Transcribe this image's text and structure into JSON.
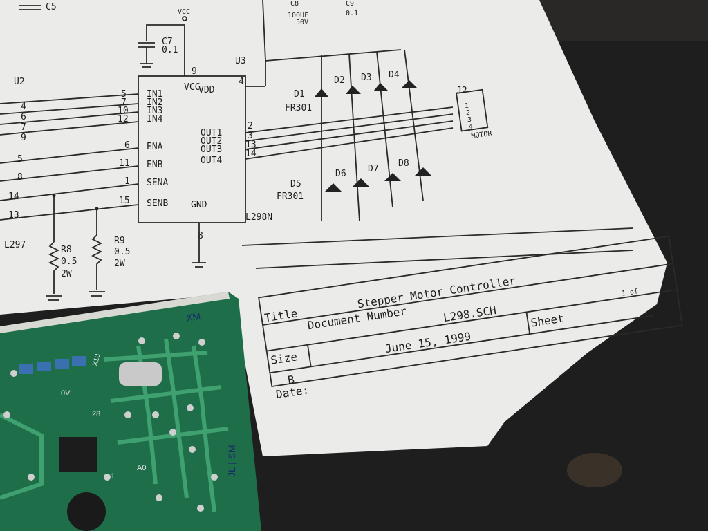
{
  "schematic": {
    "c5": "C5",
    "vcc_label": "VCC",
    "c7": {
      "name": "C7",
      "value": "0.1"
    },
    "c8": {
      "name": "C8",
      "value": "100UF",
      "voltage": "50V"
    },
    "c9": {
      "name": "C9",
      "value": "0.1"
    },
    "u2": "U2",
    "u3": "U3",
    "l297": "L297",
    "l298n": "L298N",
    "pins_in": [
      "IN1",
      "IN2",
      "IN3",
      "IN4"
    ],
    "pins_out": [
      "OUT1",
      "OUT2",
      "OUT3",
      "OUT4"
    ],
    "vcc_pin": "VCC",
    "vdd_pin": "VDD",
    "ena": "ENA",
    "enb": "ENB",
    "sena": "SENA",
    "senb": "SENB",
    "gnd": "GND",
    "pin_numbers_left": [
      "5",
      "7",
      "10",
      "12",
      "6",
      "11",
      "1",
      "15"
    ],
    "pin_numbers_out": [
      "2",
      "3",
      "13",
      "14"
    ],
    "pin_vcc": "9",
    "pin_vdd": "4",
    "pin_gnd": "8",
    "u2_pins": [
      "4",
      "6",
      "7",
      "9",
      "5",
      "8",
      "14",
      "13"
    ],
    "r8": {
      "name": "R8",
      "value": "0.5",
      "power": "2W"
    },
    "r9": {
      "name": "R9",
      "value": "0.5",
      "power": "2W"
    },
    "diodes_top": [
      "D1",
      "D2",
      "D3",
      "D4"
    ],
    "diodes_bottom": [
      "D5",
      "D6",
      "D7",
      "D8"
    ],
    "diode_type": "FR301",
    "j2": "J2",
    "j2_pins": [
      "1",
      "2",
      "3",
      "4"
    ],
    "motor": "MOTOR"
  },
  "title_block": {
    "title_label": "Title",
    "title": "Stepper Motor Controller",
    "size_label": "Size",
    "size": "B",
    "doc_label": "Document Number",
    "doc": "L298.SCH",
    "date_label": "Date:",
    "date": "June 15, 1999",
    "sheet_label": "Sheet",
    "sheet": "1 of"
  },
  "pcb": {
    "marking_top": "XM",
    "marking_side": "JL | SM",
    "silk_x13": "X13",
    "silk_28": "28",
    "silk_0v": "0V",
    "silk_a0": "A0",
    "silk_1": "1"
  }
}
